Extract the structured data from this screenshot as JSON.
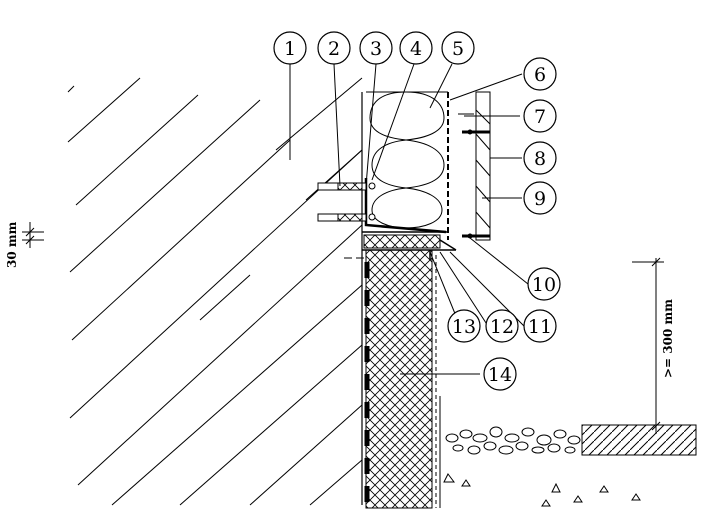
{
  "callouts": [
    "1",
    "2",
    "3",
    "4",
    "5",
    "6",
    "7",
    "8",
    "9",
    "10",
    "11",
    "12",
    "13",
    "14"
  ],
  "dimensions": {
    "gap": "30 mm",
    "depth": ">= 300 mm"
  }
}
